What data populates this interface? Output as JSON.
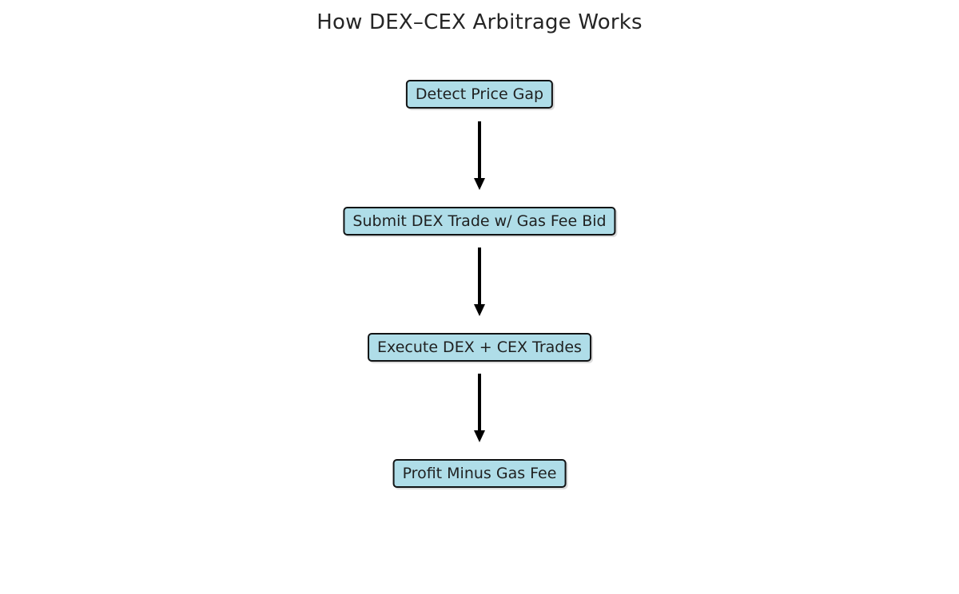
{
  "diagram": {
    "title": "How DEX–CEX Arbitrage Works",
    "type": "flowchart",
    "direction": "top-down",
    "background_color": "#ffffff",
    "node_fill_color": "#afdde8",
    "node_border_color": "#111314",
    "node_text_color": "#1f2020",
    "edge_color": "#000000",
    "title_color": "#252525",
    "nodes": [
      {
        "id": "detect-price-gap",
        "label": "Detect Price Gap",
        "step": 1
      },
      {
        "id": "submit-dex-trade",
        "label": "Submit DEX Trade w/ Gas Fee Bid",
        "step": 2
      },
      {
        "id": "execute-trades",
        "label": "Execute DEX + CEX Trades",
        "step": 3
      },
      {
        "id": "profit-minus-gas-fee",
        "label": "Profit Minus Gas Fee",
        "step": 4
      }
    ],
    "edges": [
      {
        "id": "edge-1",
        "from": "detect-price-gap",
        "to": "submit-dex-trade",
        "label": ""
      },
      {
        "id": "edge-2",
        "from": "submit-dex-trade",
        "to": "execute-trades",
        "label": ""
      },
      {
        "id": "edge-3",
        "from": "execute-trades",
        "to": "profit-minus-gas-fee",
        "label": ""
      }
    ]
  }
}
